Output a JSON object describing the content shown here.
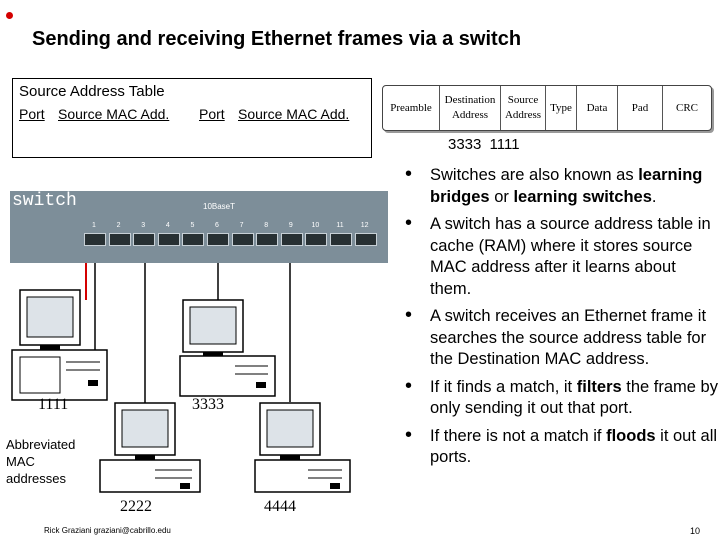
{
  "title": "Sending and receiving Ethernet frames via a switch",
  "source_table": {
    "title": "Source Address Table",
    "col1_port": "Port",
    "col1_mac": "Source MAC Add.",
    "col2_port": "Port",
    "col2_mac": "Source MAC Add."
  },
  "frame": {
    "fields": [
      "Preamble",
      "Destination Address",
      "Source Address",
      "Type",
      "Data",
      "Pad",
      "CRC"
    ],
    "dest_value": "3333",
    "src_value": "1111"
  },
  "switch": {
    "label": "switch",
    "model": "10BaseT",
    "ports": [
      "1",
      "2",
      "3",
      "4",
      "5",
      "6",
      "7",
      "8",
      "9",
      "10",
      "11",
      "12"
    ]
  },
  "hosts": [
    {
      "mac": "1111"
    },
    {
      "mac": "3333"
    },
    {
      "mac": "2222"
    },
    {
      "mac": "4444"
    }
  ],
  "abbrev_note": "Abbreviated MAC addresses",
  "bullets": [
    {
      "parts": [
        {
          "t": "Switches are also known as "
        },
        {
          "t": "learning bridges",
          "b": true
        },
        {
          "t": " or "
        },
        {
          "t": "learning switches",
          "b": true
        },
        {
          "t": "."
        }
      ]
    },
    {
      "parts": [
        {
          "t": "A switch has a source address table in cache (RAM) where it stores source MAC address after it learns about them."
        }
      ]
    },
    {
      "parts": [
        {
          "t": "A switch receives an Ethernet frame it searches the source address table for the Destination MAC address."
        }
      ]
    },
    {
      "parts": [
        {
          "t": "If it finds a match, it "
        },
        {
          "t": "filters",
          "b": true
        },
        {
          "t": " the frame by only sending it out that port."
        }
      ]
    },
    {
      "parts": [
        {
          "t": "If there is not a match if "
        },
        {
          "t": "floods",
          "b": true
        },
        {
          "t": " it out all ports."
        }
      ]
    }
  ],
  "footer": "Rick Graziani  graziani@cabrillo.edu",
  "page_number": "10",
  "colors": {
    "switch_body": "#7d8e99",
    "arrow": "#d40000",
    "port": "#273033"
  }
}
